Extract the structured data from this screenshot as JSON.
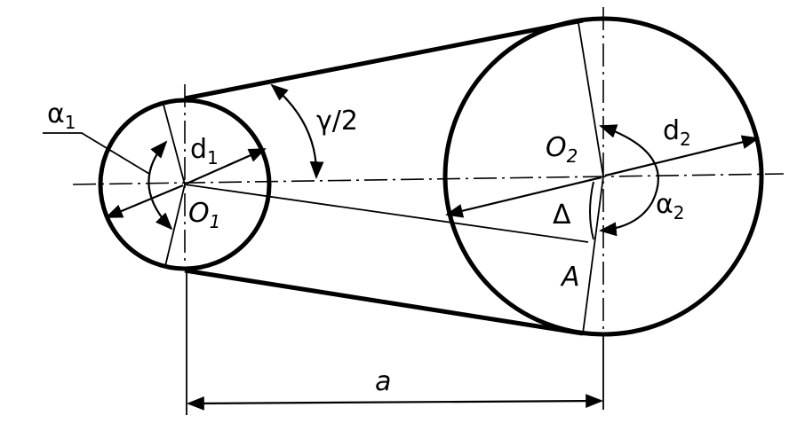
{
  "labels": {
    "alpha1": "α",
    "alpha1_sub": "1",
    "d1": "d",
    "d1_sub": "1",
    "O1": "O",
    "O1_sub": "1",
    "gamma_half": "γ/2",
    "O2": "O",
    "O2_sub": "2",
    "d2": "d",
    "d2_sub": "2",
    "alpha2": "α",
    "alpha2_sub": "2",
    "delta": "Δ",
    "A": "A",
    "a": "a"
  },
  "colors": {
    "ink": "#000000",
    "paper": "#ffffff"
  }
}
